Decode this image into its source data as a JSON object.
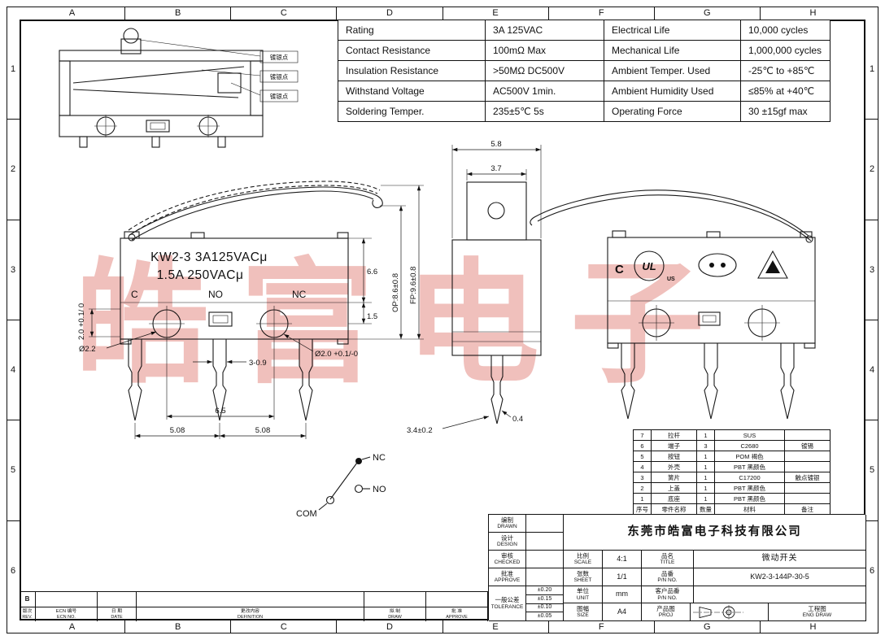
{
  "watermark": "皓富电子",
  "grid": {
    "cols": [
      "A",
      "B",
      "C",
      "D",
      "E",
      "F",
      "G",
      "H"
    ],
    "rows": [
      "1",
      "2",
      "3",
      "4",
      "5",
      "6"
    ]
  },
  "spec": {
    "rows": [
      [
        "Rating",
        "3A  125VAC",
        "Electrical Life",
        "10,000 cycles"
      ],
      [
        "Contact Resistance",
        "100mΩ Max",
        "Mechanical Life",
        "1,000,000 cycles"
      ],
      [
        "Insulation Resistance",
        ">50MΩ DC500V",
        "Ambient Temper. Used",
        "-25℃ to +85℃"
      ],
      [
        "Withstand Voltage",
        "AC500V  1min.",
        "Ambient Humidity Used",
        "≤85% at +40℃"
      ],
      [
        "Soldering Temper.",
        "235±5℃ 5s",
        "Operating Force",
        "30 ±15gf max"
      ]
    ]
  },
  "xsec": {
    "labels": [
      "镀银点",
      "镀银点",
      "镀银点"
    ]
  },
  "front": {
    "marking1": "KW2-3 3A125VACμ",
    "marking2": "1.5A 250VACμ",
    "t_c": "C",
    "t_no": "NO",
    "t_nc": "NC",
    "dims": {
      "hole_l": "Ø2.2",
      "height_l": "2.0 +0.1/ 0",
      "slot": "3-0.9",
      "hole_r": "Ø2.0 +0.1/-0",
      "pitch_holes": "6.5",
      "pitch_a": "5.08",
      "pitch_b": "5.08",
      "lever_h": "6.6",
      "step_h": "1.5",
      "op": "OP:8.6±0.8",
      "fp": "FP:9.6±0.8"
    }
  },
  "side": {
    "dims": {
      "w1": "5.8",
      "w2": "3.7",
      "pin": "3.4±0.2",
      "thk": "0.4"
    }
  },
  "back": {
    "marks": {
      "c": "C",
      "ul": "UL",
      "us": "US"
    }
  },
  "circuit": {
    "nc": "NC",
    "no": "NO",
    "com": "COM"
  },
  "bom": {
    "header": [
      "序号",
      "零件名称",
      "数量",
      "材料",
      "备注"
    ],
    "rows": [
      [
        "7",
        "拉杆",
        "1",
        "SUS",
        ""
      ],
      [
        "6",
        "端子",
        "3",
        "C2680",
        "镀锡"
      ],
      [
        "5",
        "按钮",
        "1",
        "POM 褐色",
        ""
      ],
      [
        "4",
        "外壳",
        "1",
        "PBT 黑颜色",
        ""
      ],
      [
        "3",
        "簧片",
        "1",
        "C17200",
        "触点镀银"
      ],
      [
        "2",
        "上盖",
        "1",
        "PBT 黑颜色",
        ""
      ],
      [
        "1",
        "底座",
        "1",
        "PBT 黑颜色",
        ""
      ]
    ]
  },
  "tb": {
    "company": "东莞市皓富电子科技有限公司",
    "drawn_cn": "编制",
    "drawn_en": "DRAWN",
    "design_cn": "设计",
    "design_en": "DESIGN",
    "checked_cn": "审核",
    "checked_en": "CHECKED",
    "approve_cn": "批准",
    "approve_en": "APPROVE",
    "tol_cn": "一般公差",
    "tol_en": "TOLERANCE",
    "tol": [
      "±0.20",
      "±0.15",
      "±0.10",
      "±0.05"
    ],
    "scale_cn": "比例",
    "scale_en": "SCALE",
    "scale": "4:1",
    "sheet_cn": "张数",
    "sheet_en": "SHEET",
    "sheet": "1/1",
    "unit_cn": "单位",
    "unit_en": "UNIT",
    "unit": "mm",
    "size_cn": "图幅",
    "size_en": "SIZE",
    "size": "A4",
    "title_cn": "品名",
    "title_en": "TITLE",
    "title": "微动开关",
    "pn_cn": "品番",
    "pn_en": "P/N NO.",
    "pn": "KW2-3-144P-30-5",
    "cpn_cn": "客户品番",
    "cpn_en": "P/N NO.",
    "proj_cn": "产品图",
    "proj_en": "PROJ",
    "eng_cn": "工程图",
    "eng_en": "ENG DRAW"
  },
  "rev": {
    "marker": "B",
    "h": [
      {
        "cn": "版次",
        "en": "REV."
      },
      {
        "cn": "ECN 编号",
        "en": "ECN NO."
      },
      {
        "cn": "日 期",
        "en": "DATE"
      },
      {
        "cn": "更改内容",
        "en": "DEFINITION"
      },
      {
        "cn": "拟 制",
        "en": "DRAW"
      },
      {
        "cn": "批 准",
        "en": "APPROVE"
      }
    ]
  }
}
